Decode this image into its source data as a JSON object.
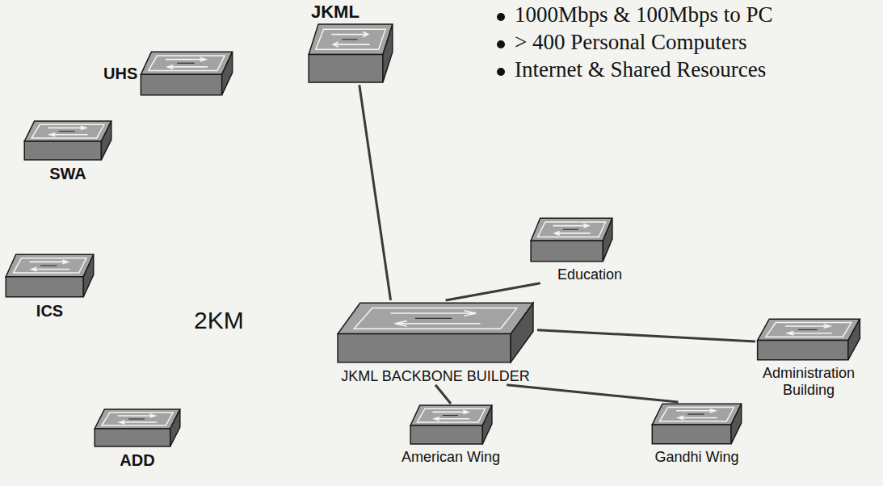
{
  "diagram": {
    "nodes": [
      {
        "text": [
          "JKML"
        ]
      },
      {
        "text": [
          "UHS"
        ]
      },
      {
        "text": [
          "SWA"
        ]
      },
      {
        "text": [
          "Education"
        ]
      },
      {
        "text": [
          "ICS"
        ]
      },
      {
        "text": [
          "JKML BACKBONE BUILDER"
        ]
      },
      {
        "text": [
          "Administration Building"
        ]
      },
      {
        "text": [
          "ADD"
        ]
      },
      {
        "text": [
          "American Wing"
        ]
      },
      {
        "text": [
          "Gandhi Wing"
        ]
      }
    ],
    "edges": [
      {
        "from": 5,
        "to": 0,
        "arrow": "none"
      },
      {
        "from": 5,
        "to": 3,
        "arrow": "none"
      },
      {
        "from": 5,
        "to": 6,
        "arrow": "none"
      },
      {
        "from": 5,
        "to": 8,
        "arrow": "none"
      },
      {
        "from": 5,
        "to": 9,
        "arrow": "none"
      }
    ],
    "labels": [
      "1000Mbps & 100Mbps to PC",
      "> 400 Personal Computers",
      "Internet & Shared Resources",
      "2KM"
    ]
  }
}
